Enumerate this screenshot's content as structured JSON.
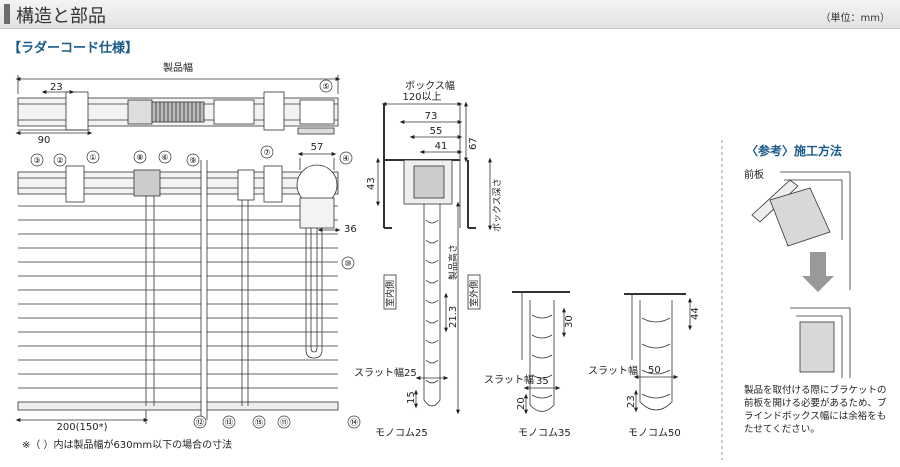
{
  "header": {
    "title": "構造と部品",
    "unit": "（単位：mm）"
  },
  "subtitle": "【ラダーコード仕様】",
  "front_view": {
    "width_label": "製品幅",
    "dim_23": "23",
    "dim_90": "90",
    "dim_57": "57",
    "dim_36": "36",
    "dim_bottom": "200(150*)",
    "part_numbers": [
      "①",
      "②",
      "③",
      "④",
      "⑤",
      "⑥",
      "⑦",
      "⑧",
      "⑨",
      "⑩",
      "⑪",
      "⑫",
      "⑬",
      "⑭",
      "⑮"
    ]
  },
  "side_view": {
    "box_width_label": "ボックス幅",
    "box_width_min": "120以上",
    "dim_73": "73",
    "dim_55": "55",
    "dim_41": "41",
    "dim_67": "67",
    "dim_43": "43",
    "box_depth_label": "ボックス深さ",
    "product_height_label": "製品高さ",
    "indoor_label": "室内側",
    "outdoor_label": "室外側",
    "dim_213": "21.3",
    "slat_width_label": "スラット幅25",
    "dim_15": "15",
    "model": "モノコム25"
  },
  "model_35": {
    "dim_30": "30",
    "slat_width_label": "スラット幅",
    "slat_value": "35",
    "dim_20": "20",
    "model": "モノコム35"
  },
  "model_50": {
    "dim_44": "44",
    "slat_width_label": "スラット幅",
    "slat_value": "50",
    "dim_23": "23",
    "model": "モノコム50"
  },
  "reference": {
    "title": "〈参考〉施工方法",
    "front_board_label": "前板",
    "note": "製品を取付ける際にブラケットの前板を開ける必要があるため、ブラインドボックス幅には余裕をもたせてください。"
  },
  "footnote": "※（ ）内は製品幅が630mm以下の場合の寸法"
}
